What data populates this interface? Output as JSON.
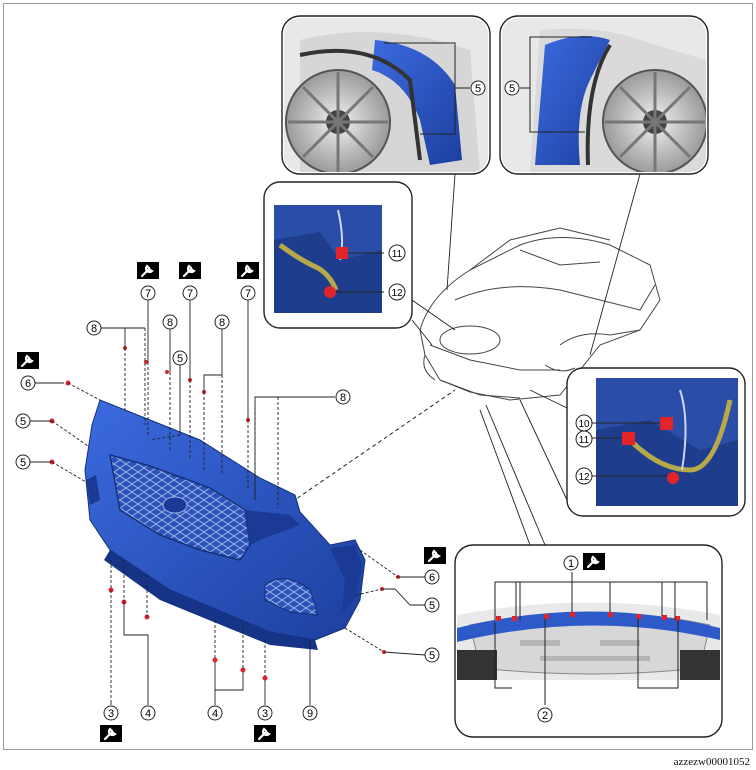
{
  "figure_id": "azzezw00001052",
  "callouts": {
    "c1": "1",
    "c2": "2",
    "c3": "3",
    "c4": "4",
    "c5": "5",
    "c6": "6",
    "c7": "7",
    "c8": "8",
    "c9": "9",
    "c10": "10",
    "c11": "11",
    "c12": "12"
  },
  "colors": {
    "bumper_blue": "#2d59c9",
    "bumper_dark": "#1a3a96",
    "connector_red": "#e0242a",
    "leader": "#222222",
    "photo_bg": "#2a4ea8"
  },
  "icons": [
    "wrench-icon"
  ]
}
